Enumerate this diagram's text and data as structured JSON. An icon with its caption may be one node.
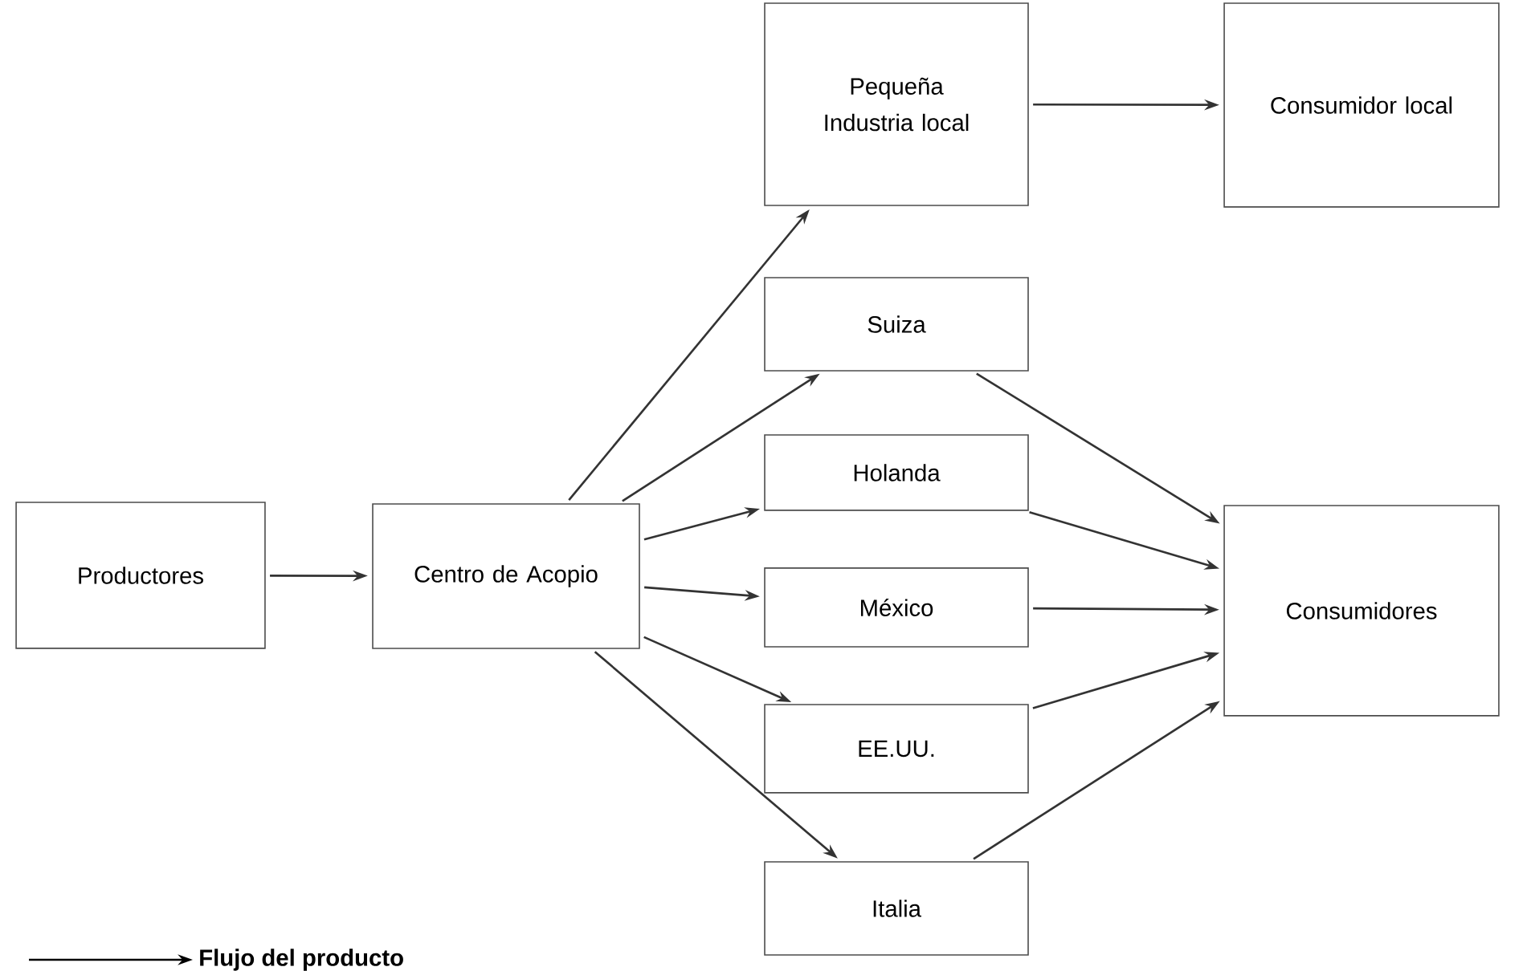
{
  "diagram": {
    "nodes": [
      {
        "text": [
          "Productores"
        ]
      },
      {
        "text": [
          "Centro de Acopio"
        ]
      },
      {
        "text": [
          "Pequeña Industria local"
        ]
      },
      {
        "text": [
          "Consumidor local"
        ]
      },
      {
        "text": [
          "Suiza"
        ]
      },
      {
        "text": [
          "Holanda"
        ]
      },
      {
        "text": [
          "México"
        ]
      },
      {
        "text": [
          "EE.UU."
        ]
      },
      {
        "text": [
          "Italia"
        ]
      },
      {
        "text": [
          "Consumidores"
        ]
      }
    ],
    "edges": [
      {
        "from": 0,
        "to": 1,
        "arrow": "to"
      },
      {
        "from": 1,
        "to": 2,
        "arrow": "to"
      },
      {
        "from": 1,
        "to": 4,
        "arrow": "to"
      },
      {
        "from": 1,
        "to": 5,
        "arrow": "to"
      },
      {
        "from": 1,
        "to": 6,
        "arrow": "to"
      },
      {
        "from": 1,
        "to": 7,
        "arrow": "to"
      },
      {
        "from": 1,
        "to": 8,
        "arrow": "to"
      },
      {
        "from": 2,
        "to": 3,
        "arrow": "to"
      },
      {
        "from": 4,
        "to": 9,
        "arrow": "to"
      },
      {
        "from": 5,
        "to": 9,
        "arrow": "to"
      },
      {
        "from": 6,
        "to": 9,
        "arrow": "to"
      },
      {
        "from": 7,
        "to": 9,
        "arrow": "to"
      },
      {
        "from": 8,
        "to": 9,
        "arrow": "to"
      }
    ],
    "legend": [
      {
        "text": "Flujo del producto"
      }
    ]
  }
}
